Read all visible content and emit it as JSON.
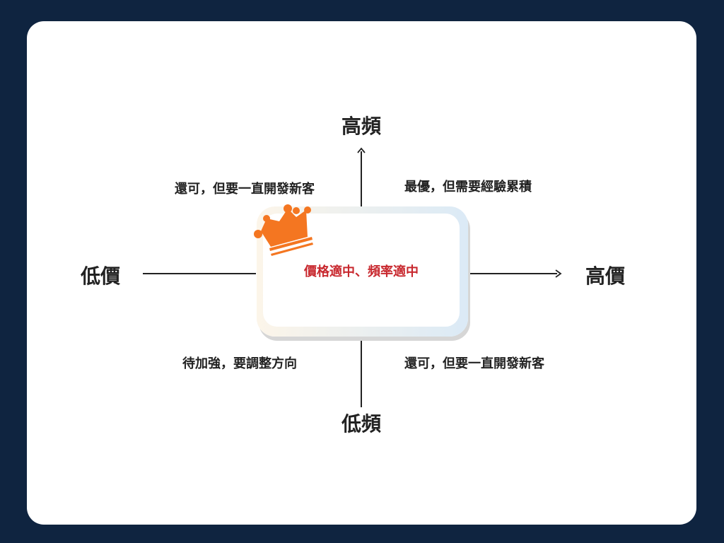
{
  "axes": {
    "top": "高頻",
    "bottom": "低頻",
    "left": "低價",
    "right": "高價"
  },
  "quadrants": {
    "top_left": "還可，但要一直開發新客",
    "top_right": "最優，但需要經驗累積",
    "bottom_left": "待加強，要調整方向",
    "bottom_right": "還可，但要一直開發新客"
  },
  "center": "價格適中、頻率適中",
  "colors": {
    "crown": "#f47621",
    "center_text": "#c8282e",
    "background": "#0f2440"
  }
}
